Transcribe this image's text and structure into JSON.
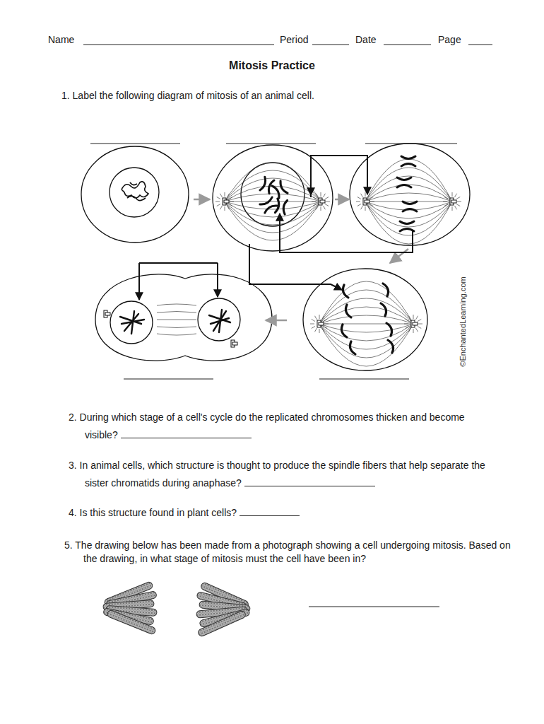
{
  "diagram": {
    "title": "Mitosis Practice",
    "labels": [
      "Name",
      "Period",
      "Date",
      "Page",
      "1. Label the following diagram of mitosis of an animal cell.",
      "2. During which stage of a cell's cycle do the replicated chromosomes thicken and become visible?",
      "3. In animal cells, which structure is thought to produce the spindle fibers that help separate the sister chromatids during anaphase?",
      "4. Is this structure found in plant cells?",
      "5. The drawing below has been made from a photograph showing a cell undergoing mitosis. Based on the drawing, in what stage of mitosis must the cell have been in?",
      "©EnchantedLearning.com"
    ]
  }
}
